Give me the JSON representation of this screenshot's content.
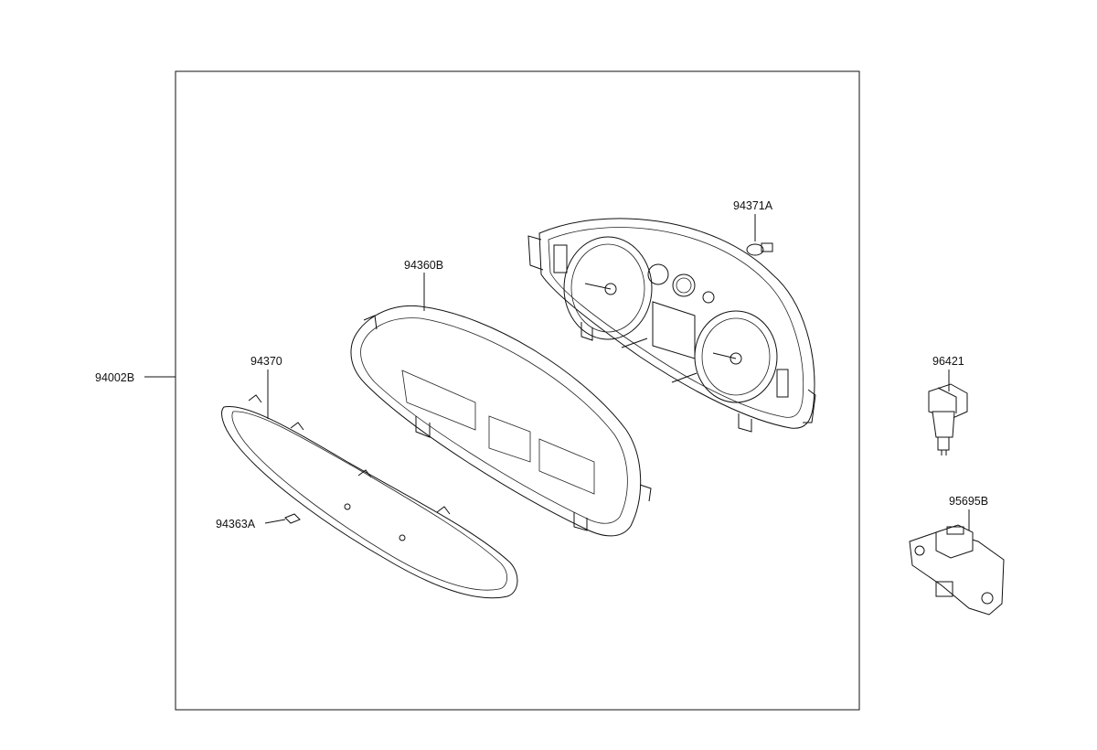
{
  "diagram": {
    "parts": [
      {
        "id": "assembly",
        "number": "94002B"
      },
      {
        "id": "bulb",
        "number": "94371A"
      },
      {
        "id": "case",
        "number": "94360B"
      },
      {
        "id": "lens",
        "number": "94370"
      },
      {
        "id": "clip",
        "number": "94363A"
      },
      {
        "id": "speed-sensor",
        "number": "96421"
      },
      {
        "id": "sensor-module",
        "number": "95695B"
      }
    ]
  }
}
